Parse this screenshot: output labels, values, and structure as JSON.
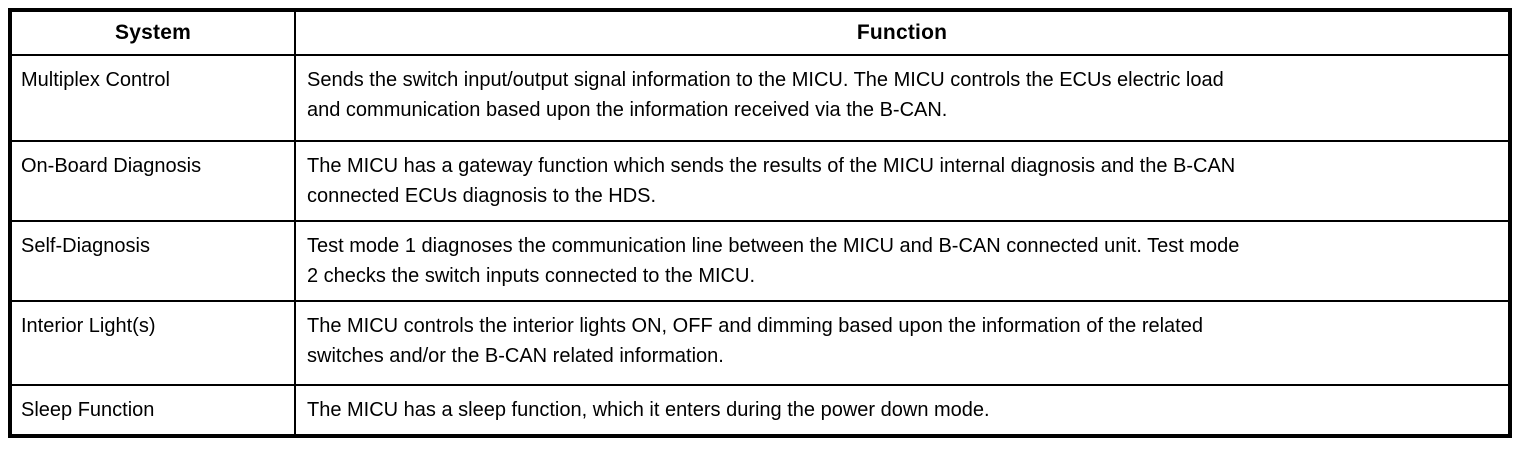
{
  "table": {
    "headers": {
      "system": "System",
      "function": "Function"
    },
    "rows": [
      {
        "system": "Multiplex Control",
        "function_lines": [
          "Sends the switch input/output signal information to the MICU. The MICU controls the ECUs electric load",
          "and communication based upon the information received via the B-CAN."
        ]
      },
      {
        "system": "On-Board Diagnosis",
        "function_lines": [
          "The MICU has a gateway function which sends the results of the MICU internal diagnosis and the B-CAN",
          "connected ECUs diagnosis to the HDS."
        ]
      },
      {
        "system": "Self-Diagnosis",
        "function_lines": [
          "Test mode 1 diagnoses the communication line between the MICU and B-CAN connected unit. Test mode",
          "2 checks the switch inputs connected to the MICU."
        ]
      },
      {
        "system": "Interior Light(s)",
        "function_lines": [
          "The MICU controls the interior lights ON, OFF and dimming based upon the information of the related",
          "switches and/or the B-CAN related information."
        ]
      },
      {
        "system": "Sleep Function",
        "function_lines": [
          "The MICU has a sleep function, which it enters during the power down mode."
        ]
      }
    ],
    "colors": {
      "border": "#000000",
      "text": "#000000",
      "background": "#ffffff"
    }
  }
}
